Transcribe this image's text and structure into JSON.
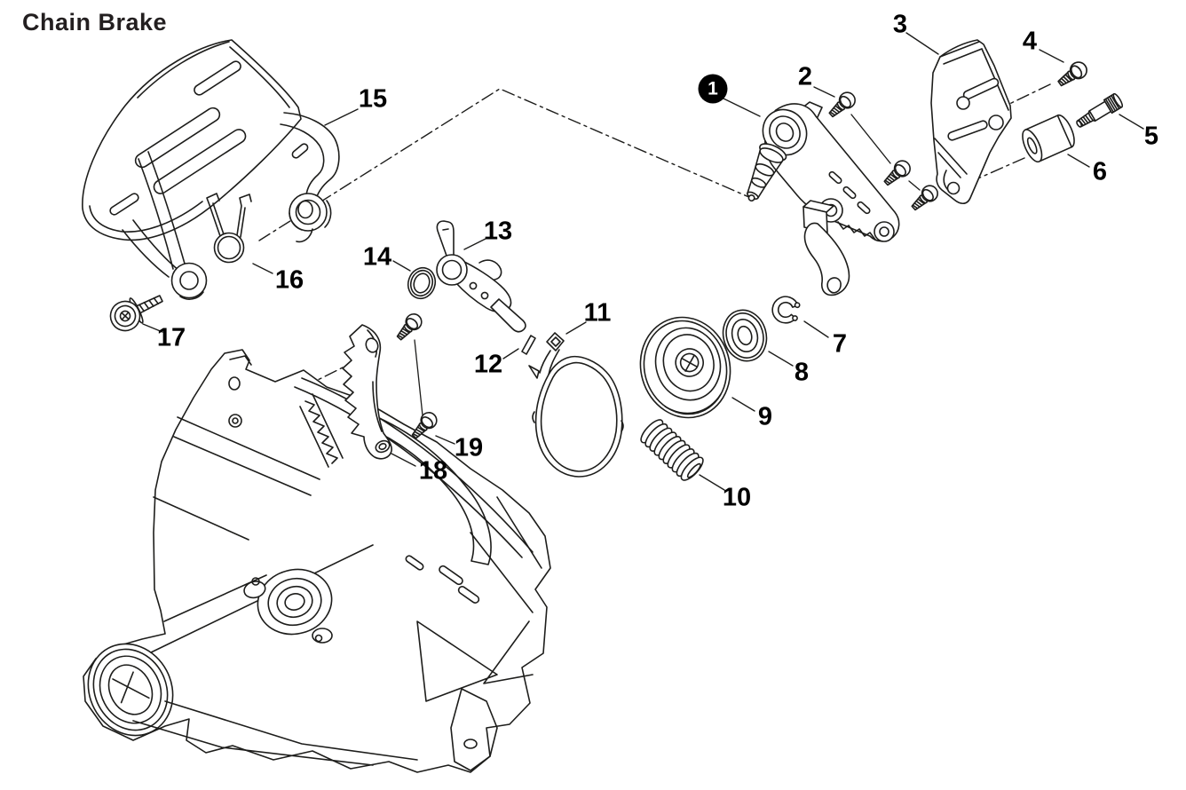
{
  "title": "Chain Brake",
  "colors": {
    "line": "#1d1d1b",
    "background": "#ffffff",
    "label_text": "#000000",
    "badge_fill": "#000000",
    "badge_text": "#ffffff"
  },
  "callouts": [
    {
      "label": "1",
      "filled": true
    },
    {
      "label": "2",
      "filled": false
    },
    {
      "label": "3",
      "filled": false
    },
    {
      "label": "4",
      "filled": false
    },
    {
      "label": "5",
      "filled": false
    },
    {
      "label": "6",
      "filled": false
    },
    {
      "label": "7",
      "filled": false
    },
    {
      "label": "8",
      "filled": false
    },
    {
      "label": "9",
      "filled": false
    },
    {
      "label": "10",
      "filled": false
    },
    {
      "label": "11",
      "filled": false
    },
    {
      "label": "12",
      "filled": false
    },
    {
      "label": "13",
      "filled": false
    },
    {
      "label": "14",
      "filled": false
    },
    {
      "label": "15",
      "filled": false
    },
    {
      "label": "16",
      "filled": false
    },
    {
      "label": "17",
      "filled": false
    },
    {
      "label": "18",
      "filled": false
    },
    {
      "label": "19",
      "filled": false
    }
  ]
}
